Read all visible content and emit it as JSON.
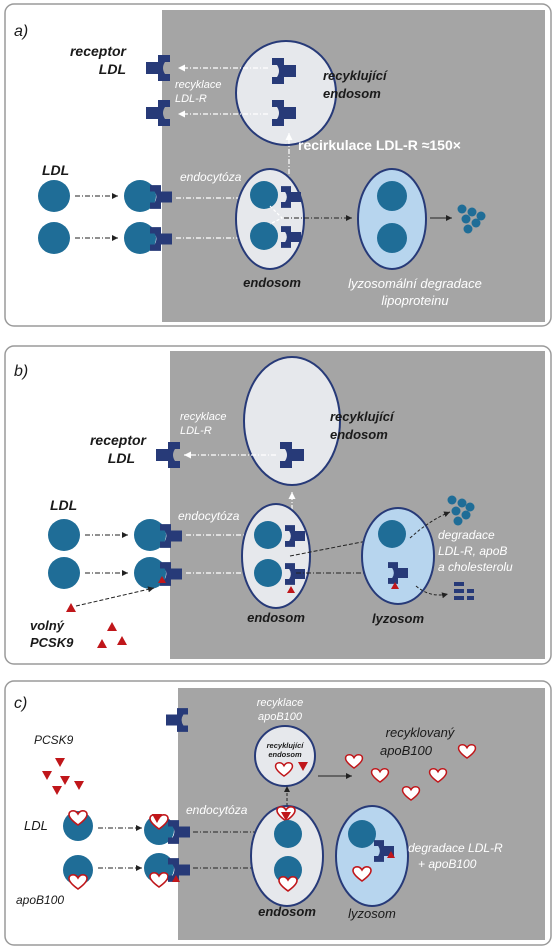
{
  "colors": {
    "panel_border": "#9a9a9a",
    "gray_bg": "#a5a5a5",
    "endosome_fill": "#e6e8ec",
    "lysosome_fill": "#b7d5ee",
    "ldl": "#1f6d97",
    "receptor": "#273a78",
    "pcsk9": "#c0161a"
  },
  "panel_a": {
    "tag": "a)",
    "receptor_label_1": "receptor",
    "receptor_label_2": "LDL",
    "recycle_1": "recyklace",
    "recycle_2": "LDL-R",
    "rec_endo_1": "recyklující",
    "rec_endo_2": "endosom",
    "recirc": "recirkulace LDL-R ≈150×",
    "ldl": "LDL",
    "endocytosis": "endocytóza",
    "endosom": "endosom",
    "lyso_1": "lyzosomální degradace",
    "lyso_2": "lipoproteinu"
  },
  "panel_b": {
    "tag": "b)",
    "recycle_1": "recyklace",
    "recycle_2": "LDL-R",
    "rec_endo_1": "recyklující",
    "rec_endo_2": "endosom",
    "receptor_label_1": "receptor",
    "receptor_label_2": "LDL",
    "ldl": "LDL",
    "endocytosis": "endocytóza",
    "deg_1": "degradace",
    "deg_2": "LDL-R, apoB",
    "deg_3": "a cholesterolu",
    "pcsk_1": "volný",
    "pcsk_2": "PCSK9",
    "endosom": "endosom",
    "lyzosom": "lyzosom"
  },
  "panel_c": {
    "tag": "c)",
    "recycle_1": "recyklace",
    "recycle_2": "apoB100",
    "rec_endo_1": "recyklující",
    "rec_endo_2": "endosom",
    "recycled_1": "recyklovaný",
    "recycled_2": "apoB100",
    "pcsk9": "PCSK9",
    "ldl": "LDL",
    "endocytosis": "endocytóza",
    "deg_1": "degradace LDL-R",
    "deg_2": "+ apoB100",
    "apob": "apoB100",
    "endosom": "endosom",
    "lyzosom": "lyzosom"
  }
}
